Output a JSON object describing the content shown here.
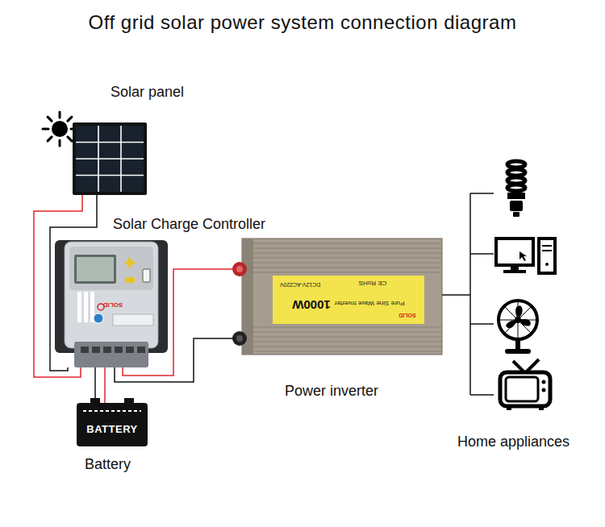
{
  "diagram": {
    "title": "Off grid solar power system connection diagram",
    "nodes": [
      {
        "text": [
          "Solar panel"
        ]
      },
      {
        "text": [
          "Solar Charge Controller"
        ]
      },
      {
        "text": [
          "Power inverter"
        ]
      },
      {
        "text": [
          "BATTERY",
          "Battery"
        ]
      },
      {
        "text": [
          "Home appliances"
        ]
      }
    ],
    "edges": [
      {
        "from": 0,
        "to": 1,
        "arrow": "none"
      },
      {
        "from": 0,
        "to": 1,
        "arrow": "none"
      },
      {
        "from": 1,
        "to": 3,
        "arrow": "none"
      },
      {
        "from": 1,
        "to": 3,
        "arrow": "none"
      },
      {
        "from": 1,
        "to": 2,
        "arrow": "none"
      },
      {
        "from": 1,
        "to": 2,
        "arrow": "none"
      },
      {
        "from": 2,
        "to": 4,
        "arrow": "none"
      }
    ],
    "labels": [
      "SOLID",
      "DC12V-AC220V",
      "1000W",
      "CE RoHS",
      "Pure Sine Wave Inverter",
      "SOLID"
    ]
  }
}
